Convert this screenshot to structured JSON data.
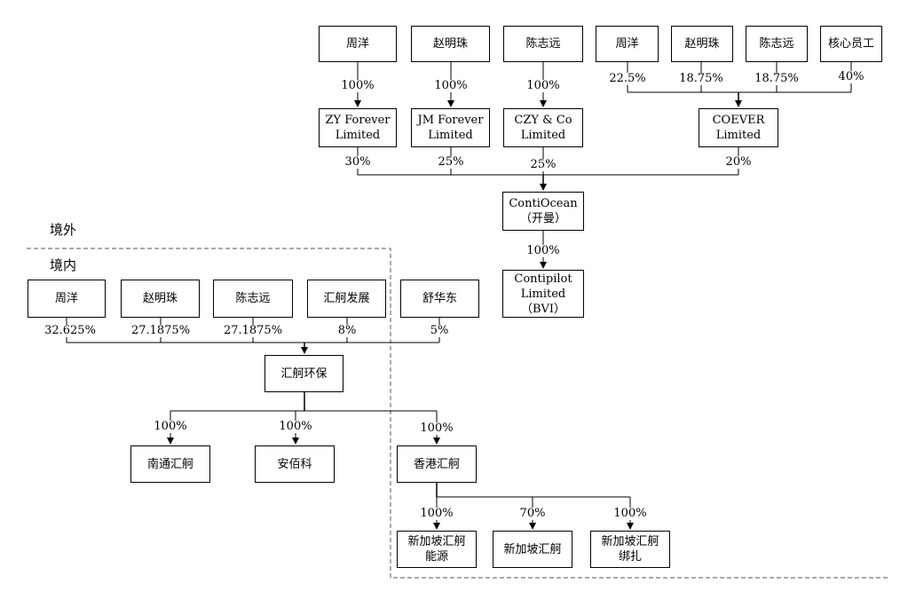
{
  "regions": {
    "overseas": "境外",
    "domestic": "境内"
  },
  "overseas": {
    "top_shareholders": [
      "周洋",
      "赵明珠",
      "陈志远",
      "周洋",
      "赵明珠",
      "陈志远",
      "核心员工"
    ],
    "top_percents": [
      "100%",
      "100%",
      "100%",
      "22.5%",
      "18.75%",
      "18.75%",
      "40%"
    ],
    "holding_cos": [
      [
        "ZY Forever",
        "Limited"
      ],
      [
        "JM Forever",
        "Limited"
      ],
      [
        "CZY & Co",
        "Limited"
      ],
      [
        "COEVER",
        "Limited"
      ]
    ],
    "holding_percents": [
      "30%",
      "25%",
      "25%",
      "20%"
    ],
    "contiocean": [
      "ContiOcean",
      "（开曼）"
    ],
    "contiocean_percent": "100%",
    "contipilot": [
      "Contipilot",
      "Limited",
      "（BVI）"
    ]
  },
  "domestic": {
    "shareholders": [
      "周洋",
      "赵明珠",
      "陈志远",
      "汇舸发展",
      "舒华东"
    ],
    "shareholder_percents": [
      "32.625%",
      "27.1875%",
      "27.1875%",
      "8%",
      "5%"
    ],
    "parent": "汇舸环保",
    "subsidiaries": [
      "南通汇舸",
      "安佰科",
      "香港汇舸"
    ],
    "subsidiary_percents": [
      "100%",
      "100%",
      "100%"
    ],
    "hk_subsidiaries": [
      [
        "新加坡汇舸",
        "能源"
      ],
      [
        "新加坡汇舸"
      ],
      [
        "新加坡汇舸",
        "绑扎"
      ]
    ],
    "hk_subsidiary_percents": [
      "100%",
      "70%",
      "100%"
    ]
  },
  "colors": {
    "line": "#000000",
    "border": "#000000",
    "dashed": "#555555"
  }
}
